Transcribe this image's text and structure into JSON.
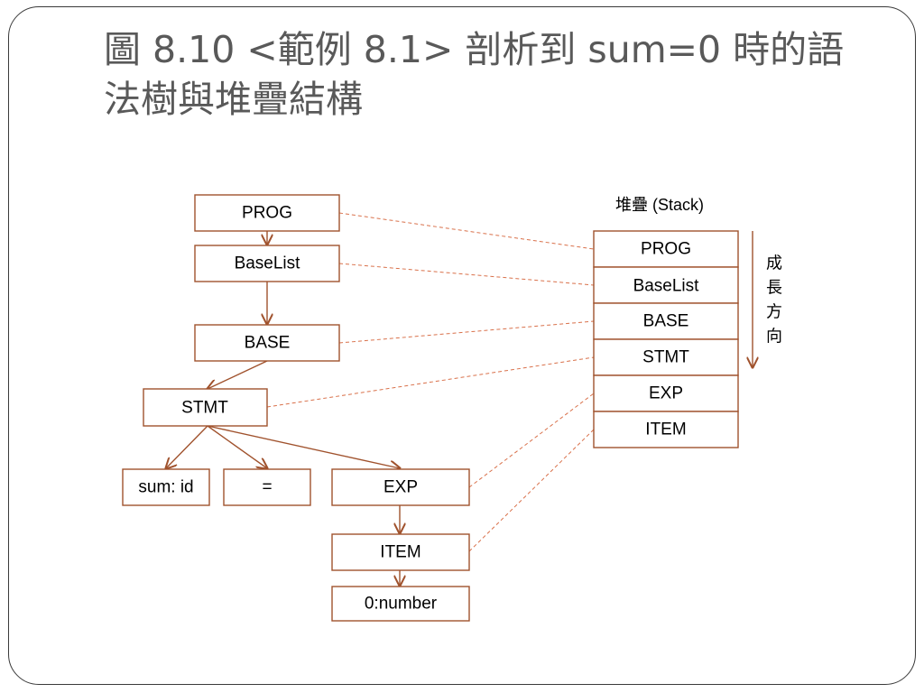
{
  "title": "圖 8.10 <範例 8.1> 剖析到 sum=0 時的語法樹與堆疊結構",
  "stack_label": "堆疊 (Stack)",
  "growth_label": [
    "成",
    "長",
    "方",
    "向"
  ],
  "colors": {
    "box_border": "#a0522d",
    "dashed_link": "#d9714b",
    "title_text": "#595959"
  },
  "tree": {
    "prog": "PROG",
    "baselist": "BaseList",
    "base": "BASE",
    "stmt": "STMT",
    "sum_id": "sum: id",
    "equals": "=",
    "exp": "EXP",
    "item": "ITEM",
    "number": "0:number"
  },
  "stack": [
    "PROG",
    "BaseList",
    "BASE",
    "STMT",
    "EXP",
    "ITEM"
  ]
}
